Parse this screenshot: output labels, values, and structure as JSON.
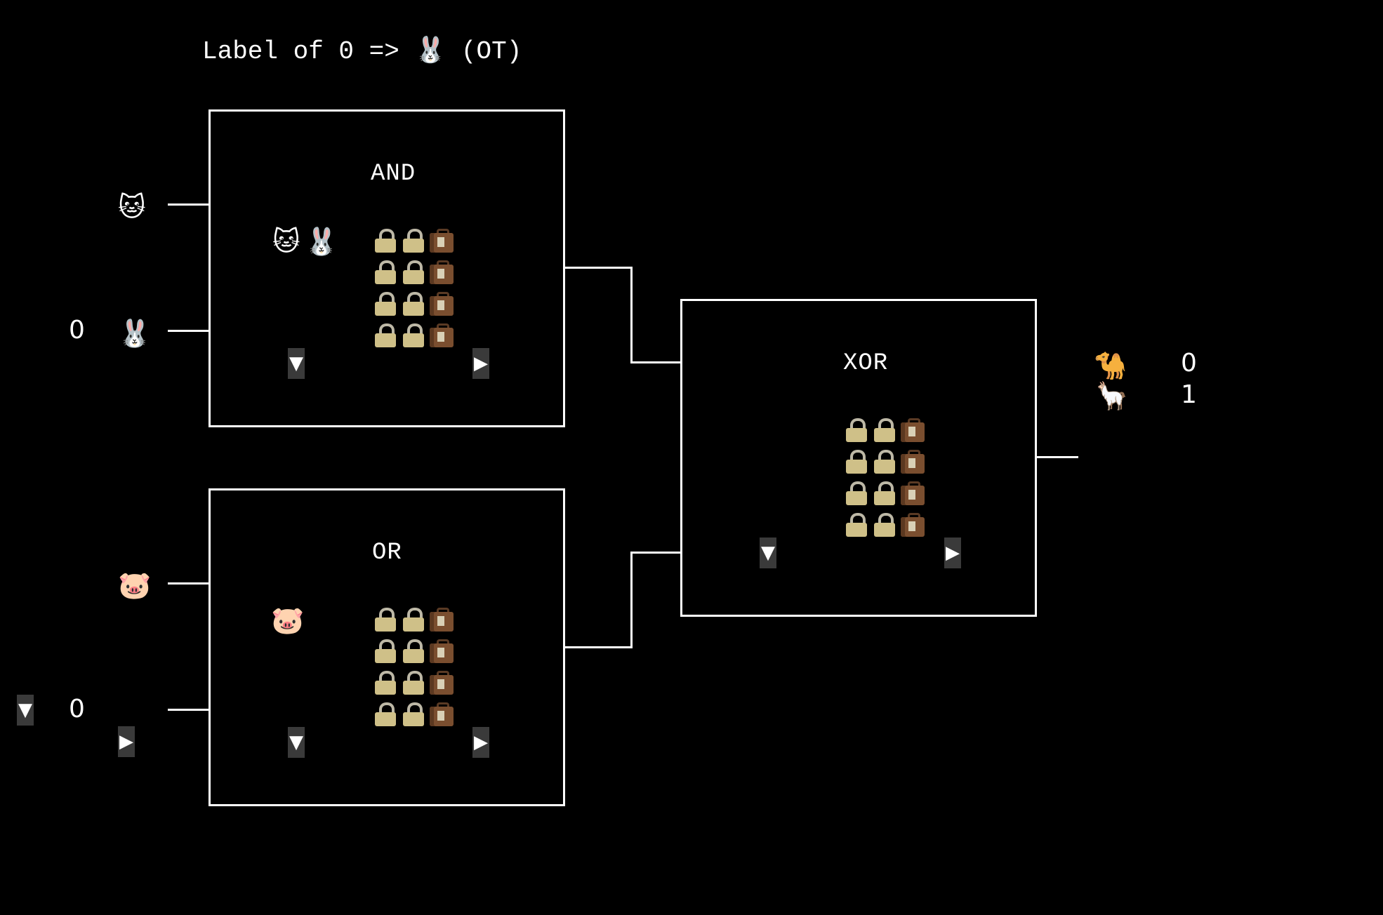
{
  "title": "Label of 0 => 🐰 (OT)",
  "gates": {
    "and": {
      "label": "AND",
      "held_labels": [
        "🐱",
        "🐰"
      ],
      "rows": 4
    },
    "or": {
      "label": "OR",
      "held_labels": [
        "🐷"
      ],
      "rows": 4
    },
    "xor": {
      "label": "XOR",
      "held_labels": [],
      "rows": 4
    }
  },
  "inputs": {
    "a": {
      "label": "🐱",
      "bit": ""
    },
    "b": {
      "label": "🐰",
      "bit": "0"
    },
    "c": {
      "label": "🐷",
      "bit": ""
    },
    "d": {
      "label": "",
      "bit": "0"
    }
  },
  "outputs": [
    {
      "label": "🐪",
      "bit": "0"
    },
    {
      "label": "🦙",
      "bit": "1"
    }
  ],
  "controls": {
    "down": "▼",
    "right": "▶"
  },
  "icons": {
    "lock": "lock-icon",
    "suitcase": "suitcase-icon"
  },
  "colors": {
    "background": "#000000",
    "stroke": "#ffffff",
    "control_bg": "#3a3a3a"
  }
}
